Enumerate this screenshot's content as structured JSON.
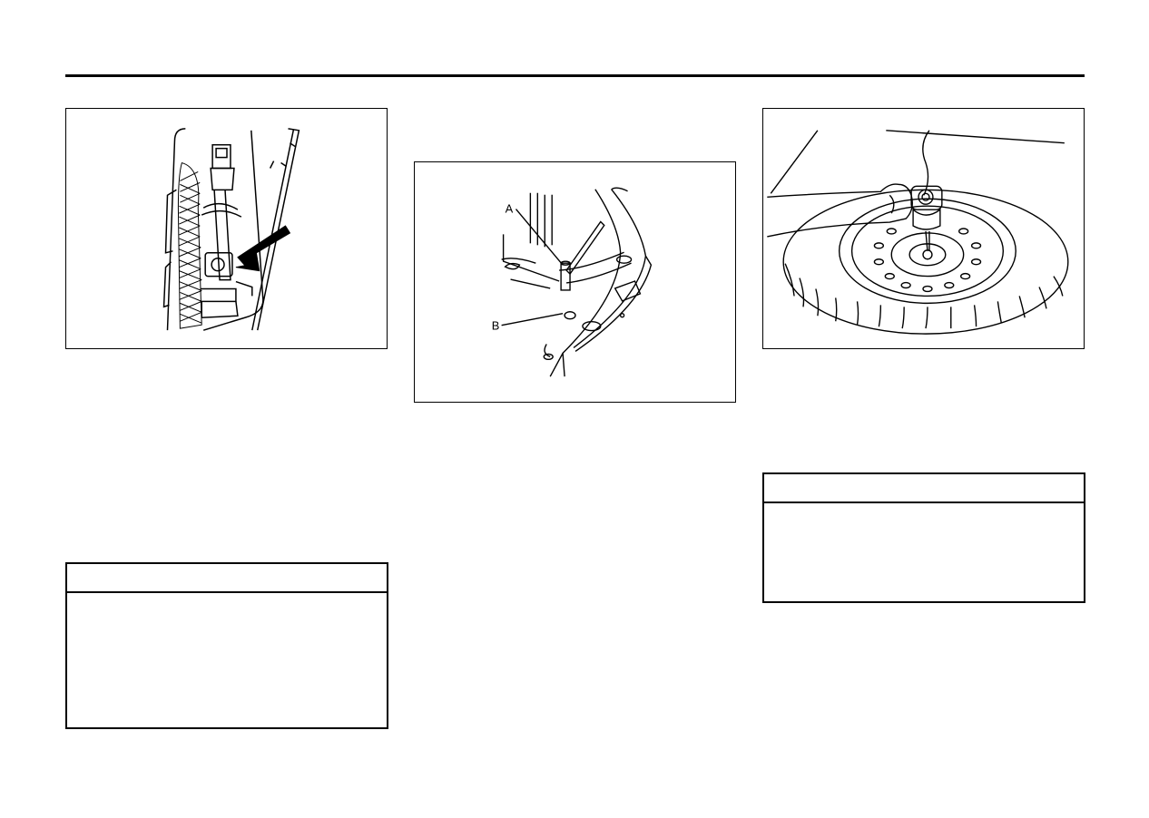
{
  "figures": {
    "jack_stowage": {
      "icon": "arrow-pointing-to-jack-bracket"
    },
    "spare_tire_bracket": {
      "callouts": {
        "a": "A",
        "b": "B"
      }
    },
    "spare_tire_removal": {
      "icon": "hand-lowering-spare-tire"
    }
  },
  "colors": {
    "ink": "#000000",
    "paper": "#ffffff"
  }
}
